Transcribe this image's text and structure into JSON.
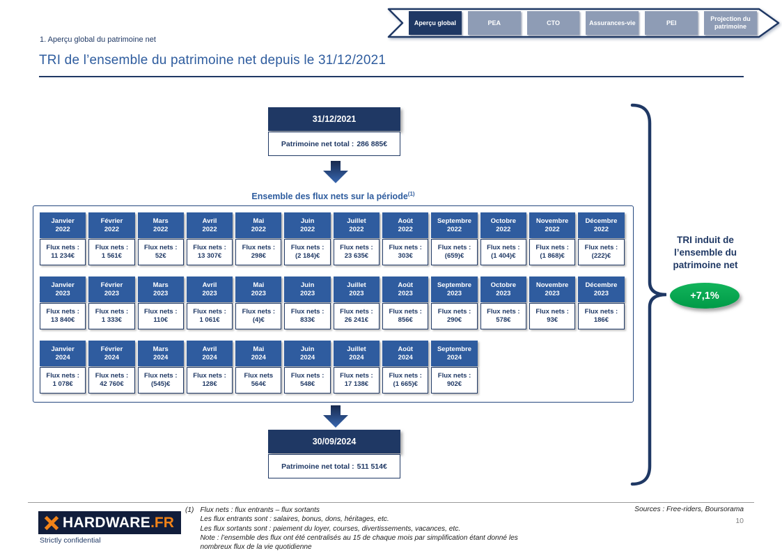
{
  "colors": {
    "navy": "#1F3864",
    "medium_blue": "#2F5C9F",
    "title_blue": "#2E5C9E",
    "tab_inactive_gray": "#8E9CB5",
    "green_badge": "#00A651",
    "logo_orange": "#F08218",
    "logo_background": "#111D3B"
  },
  "nav": {
    "tabs": [
      {
        "label": "Aperçu global",
        "active": true
      },
      {
        "label": "PEA",
        "active": false
      },
      {
        "label": "CTO",
        "active": false
      },
      {
        "label": "Assurances-vie",
        "active": false
      },
      {
        "label": "PEI",
        "active": false
      },
      {
        "label": "Projection du patrimoine",
        "active": false
      }
    ]
  },
  "header": {
    "section_label": "1. Aperçu global du patrimoine net",
    "title": "TRI de l’ensemble du patrimoine net depuis le 31/12/2021"
  },
  "flow": {
    "start": {
      "date": "31/12/2021",
      "label": "Patrimoine net total :",
      "value": "286 885€"
    },
    "end": {
      "date": "30/09/2024",
      "label": "Patrimoine net total :",
      "value": "511 514€"
    }
  },
  "flux_section": {
    "heading": "Ensemble des flux nets sur la période",
    "heading_superscript": "(1)",
    "rows": [
      {
        "cells": [
          {
            "month": "Janvier",
            "year": "2022",
            "label": "Flux nets :",
            "value": "11 234€"
          },
          {
            "month": "Février",
            "year": "2022",
            "label": "Flux nets :",
            "value": "1 561€"
          },
          {
            "month": "Mars",
            "year": "2022",
            "label": "Flux nets :",
            "value": "52€"
          },
          {
            "month": "Avril",
            "year": "2022",
            "label": "Flux nets :",
            "value": "13 307€"
          },
          {
            "month": "Mai",
            "year": "2022",
            "label": "Flux nets :",
            "value": "298€"
          },
          {
            "month": "Juin",
            "year": "2022",
            "label": "Flux nets :",
            "value": "(2 184)€"
          },
          {
            "month": "Juillet",
            "year": "2022",
            "label": "Flux nets :",
            "value": "23 635€"
          },
          {
            "month": "Août",
            "year": "2022",
            "label": "Flux nets :",
            "value": "303€"
          },
          {
            "month": "Septembre",
            "year": "2022",
            "label": "Flux nets :",
            "value": "(659)€"
          },
          {
            "month": "Octobre",
            "year": "2022",
            "label": "Flux nets :",
            "value": "(1 404)€"
          },
          {
            "month": "Novembre",
            "year": "2022",
            "label": "Flux nets :",
            "value": "(1 868)€"
          },
          {
            "month": "Décembre",
            "year": "2022",
            "label": "Flux nets :",
            "value": "(222)€"
          }
        ]
      },
      {
        "cells": [
          {
            "month": "Janvier",
            "year": "2023",
            "label": "Flux nets :",
            "value": "13 840€"
          },
          {
            "month": "Février",
            "year": "2023",
            "label": "Flux nets :",
            "value": "1 333€"
          },
          {
            "month": "Mars",
            "year": "2023",
            "label": "Flux nets :",
            "value": "110€"
          },
          {
            "month": "Avril",
            "year": "2023",
            "label": "Flux nets :",
            "value": "1 061€"
          },
          {
            "month": "Mai",
            "year": "2023",
            "label": "Flux nets :",
            "value": "(4)€"
          },
          {
            "month": "Juin",
            "year": "2023",
            "label": "Flux nets :",
            "value": "833€"
          },
          {
            "month": "Juillet",
            "year": "2023",
            "label": "Flux nets :",
            "value": "26 241€"
          },
          {
            "month": "Août",
            "year": "2023",
            "label": "Flux nets :",
            "value": "856€"
          },
          {
            "month": "Septembre",
            "year": "2023",
            "label": "Flux nets :",
            "value": "290€"
          },
          {
            "month": "Octobre",
            "year": "2023",
            "label": "Flux nets :",
            "value": "578€"
          },
          {
            "month": "Novembre",
            "year": "2023",
            "label": "Flux nets :",
            "value": "93€"
          },
          {
            "month": "Décembre",
            "year": "2023",
            "label": "Flux nets :",
            "value": "186€"
          }
        ]
      },
      {
        "cells": [
          {
            "month": "Janvier",
            "year": "2024",
            "label": "Flux nets :",
            "value": "1 078€"
          },
          {
            "month": "Février",
            "year": "2024",
            "label": "Flux nets :",
            "value": "42 760€"
          },
          {
            "month": "Mars",
            "year": "2024",
            "label": "Flux nets :",
            "value": "(545)€"
          },
          {
            "month": "Avril",
            "year": "2024",
            "label": "Flux nets :",
            "value": "128€"
          },
          {
            "month": "Mai",
            "year": "2024",
            "label": "Flux nets",
            "value": "564€"
          },
          {
            "month": "Juin",
            "year": "2024",
            "label": "Flux nets :",
            "value": "548€"
          },
          {
            "month": "Juillet",
            "year": "2024",
            "label": "Flux nets :",
            "value": "17 138€"
          },
          {
            "month": "Août",
            "year": "2024",
            "label": "Flux nets :",
            "value": "(1 665)€"
          },
          {
            "month": "Septembre",
            "year": "2024",
            "label": "Flux nets :",
            "value": "902€"
          }
        ]
      }
    ]
  },
  "tri": {
    "label_lines": [
      "TRI induit de",
      "l’ensemble du",
      "patrimoine net"
    ],
    "value": "+7,1%"
  },
  "footer": {
    "logo_text": "HARDWARE",
    "logo_suffix": ".FR",
    "confidential": "Strictly confidential",
    "footnote_number": "(1)",
    "footnote_lines": [
      "Flux nets : flux entrants – flux sortants",
      "Les flux entrants sont : salaires, bonus, dons, héritages, etc.",
      "Les flux sortants sont : paiement du loyer, courses, divertissements, vacances, etc.",
      "Note : l’ensemble des flux ont été centralisés au 15 de chaque mois par simplification étant donné les",
      "nombreux flux de la vie quotidienne"
    ],
    "sources": "Sources : Free-riders, Boursorama",
    "page": "10"
  }
}
